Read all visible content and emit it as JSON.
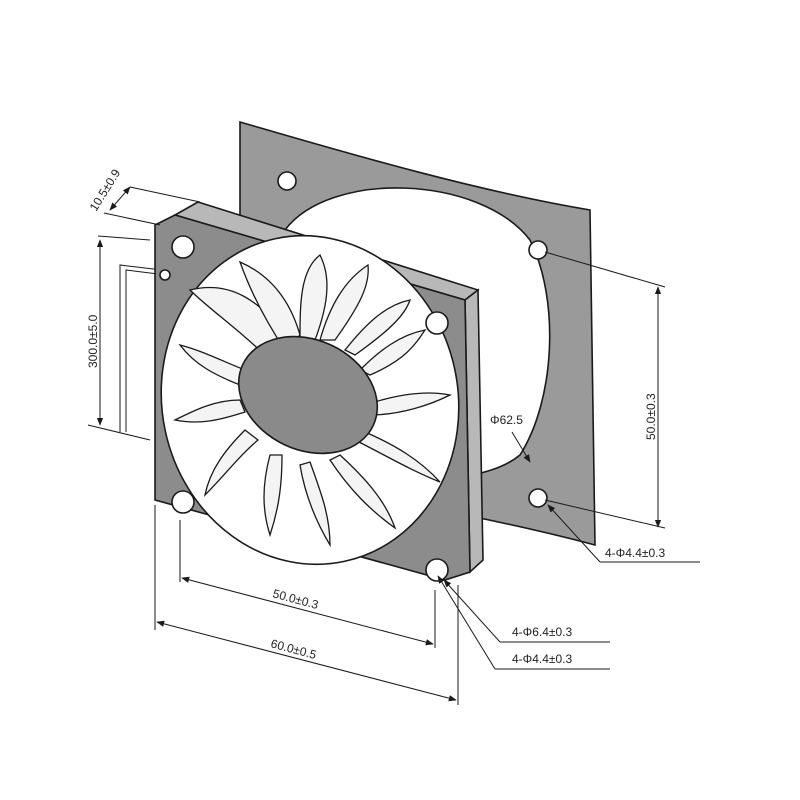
{
  "drawing": {
    "dims": {
      "thickness": "10.5±0.9",
      "lead_length": "300.0±5.0",
      "hole_spacing_bottom": "50.0±0.3",
      "frame_width": "60.0±0.5",
      "hole_spacing_right": "50.0±0.3",
      "bracket_opening": "Φ62.5",
      "bracket_holes": "4-Φ4.4±0.3",
      "frame_hole_outer": "4-Φ6.4±0.3",
      "frame_hole_inner": "4-Φ4.4±0.3"
    },
    "colors": {
      "frame": "#8c8c8c",
      "bracket": "#9a9a9a",
      "blades": "#f4f4f4",
      "hub": "#8a8a8a",
      "background": "#ffffff"
    }
  }
}
